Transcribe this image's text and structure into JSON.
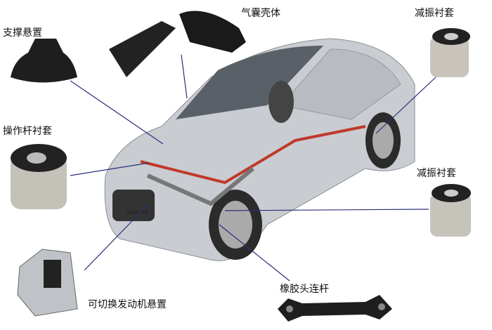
{
  "labels": {
    "mount_support": "支撑悬置",
    "airbag_housing": "气囊壳体",
    "damping_bushing_top": "减振衬套",
    "lever_bushing": "操作杆衬套",
    "damping_bushing_right": "减振衬套",
    "switchable_engine_mount": "可切换发动机悬置",
    "rubber_link_rod": "橡胶头连杆"
  },
  "car_badge": "Audi A5",
  "colors": {
    "line": "#2a2f7a",
    "car": "#c9ccd1",
    "rubber": "#1c1c1c"
  }
}
